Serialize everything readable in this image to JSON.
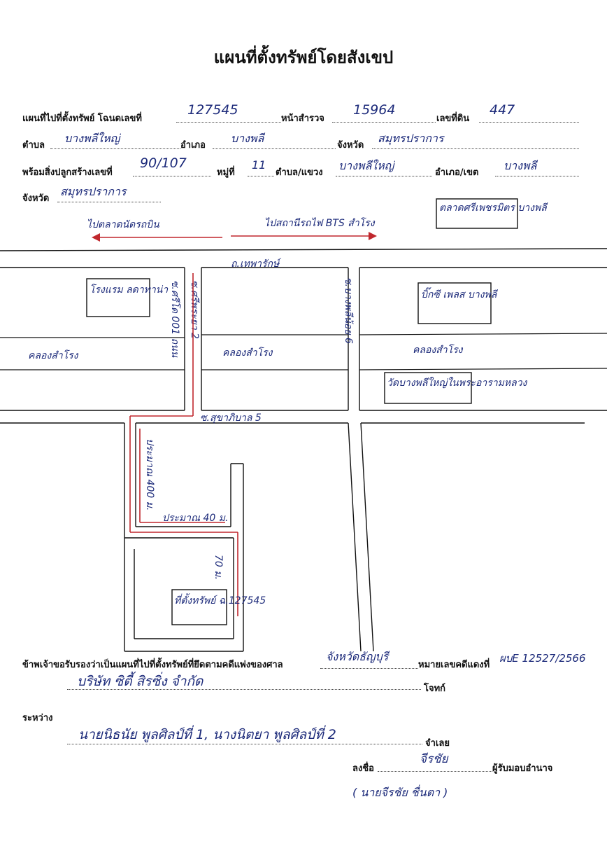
{
  "doc": {
    "title": "แผนที่ตั้งทรัพย์โดยสังเขป",
    "row1": {
      "label_deed": "แผนที่ไปที่ตั้งทรัพย์ โฉนดเลขที่",
      "deed_no": "127545",
      "label_survey": "หน้าสำรวจ",
      "survey_no": "15964",
      "label_land": "เลขที่ดิน",
      "land_no": "447"
    },
    "row2": {
      "label_tambon": "ตำบล",
      "tambon": "บางพลีใหญ่",
      "label_amphoe": "อำเภอ",
      "amphoe": "บางพลี",
      "label_province": "จังหวัด",
      "province": "สมุทรปราการ"
    },
    "row3": {
      "label_building": "พร้อมสิ่งปลูกสร้างเลขที่",
      "building_no": "90/107",
      "label_moo": "หมู่ที่",
      "moo": "11",
      "label_tambon": "ตำบล/แขวง",
      "tambon": "บางพลีใหญ่",
      "label_amphoe": "อำเภอ/เขต",
      "amphoe": "บางพลี"
    },
    "row4": {
      "label_province": "จังหวัด",
      "province": "สมุทรปราการ"
    },
    "certify": {
      "label": "ข้าพเจ้าขอรับรองว่าเป็นแผนที่ไปที่ตั้งทรัพย์ที่ยึดตามคดีแพ่งของศาล",
      "court": "จังหวัดธัญบุรี",
      "label_case": "หมายเลขคดีแดงที่",
      "case_no": "ผบE 12527/2566",
      "plaintiff": "บริษัท ซิตี้ สิรซิ่ง จำกัด",
      "label_plaintiff": "โจทก์"
    },
    "between": {
      "label": "ระหว่าง",
      "defendants": "นายนิธนัย พูลศิลป์ที่ 1, นางนิตยา พูลศิลป์ที่ 2",
      "label_defendant": "จำเลย"
    },
    "signature": {
      "label_sign": "ลงชื่อ",
      "sig": "จีรชัย",
      "label_role": "ผู้รับมอบอำนาจ",
      "name": "( นายจีรชัย ชื่นตา )"
    }
  },
  "map": {
    "dir_left": "ไปตลาดนัดรถบิน",
    "dir_right": "ไปสถานีรถไฟ BTS สำโรง",
    "market": "ตลาดศรีเพชรมิตร บางพลี",
    "main_road": "ถ.เทพารักษ์",
    "hotel": "โรงแรม ลดาทาน่า",
    "bigc": "บิ๊กซี เพลส บางพลี",
    "canal_left": "คลองสำโรง",
    "canal_mid": "คลองสำโรง",
    "canal_right": "คลองสำโรง",
    "temple": "วัดบางพลีใหญ่ในพระอารามหลวง",
    "soi_left_a": "ซ.ศรีโด 001 ถนน",
    "soi_left_b": "ซ.ศรีพระยา 2",
    "soi_right": "ซ.บางพลีน้อย 6",
    "soi_main": "ซ.สุขาภิบาล 5",
    "dist_vert": "ประมาณ 400 ม.",
    "dist_horiz": "ประมาณ 40 ม.",
    "dist_short": "70 ม.",
    "property": "ที่ตั้งทรัพย์ ฉ.127545",
    "route_color": "#c0272d",
    "ink_color": "#1c2a7a"
  }
}
